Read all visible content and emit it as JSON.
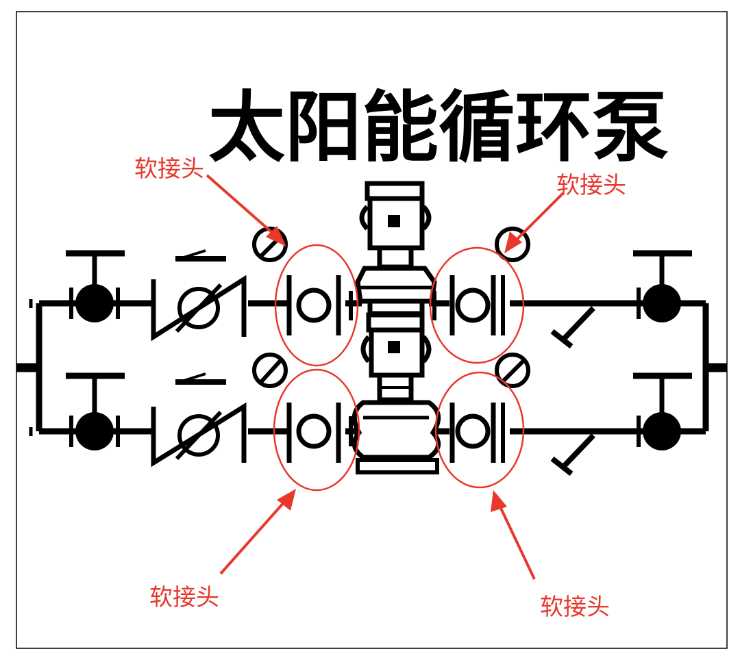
{
  "title": "太阳能循环泵",
  "labels": {
    "top_left": "软接头",
    "top_right": "软接头",
    "bottom_left": "软接头",
    "bottom_right": "软接头"
  },
  "colors": {
    "line": "#000000",
    "accent": "#e8382c",
    "background": "#ffffff"
  }
}
